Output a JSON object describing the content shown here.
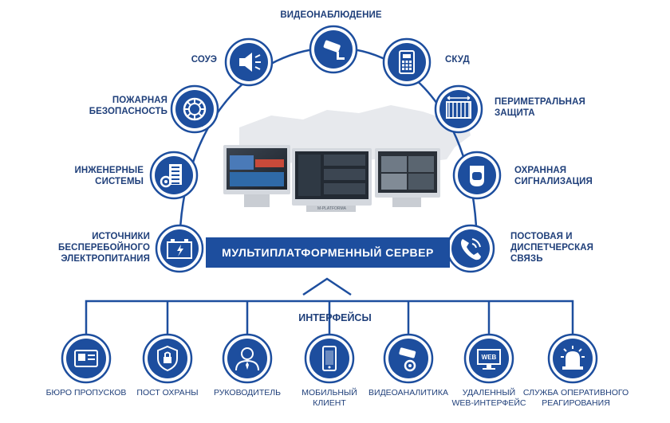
{
  "colors": {
    "primary": "#1d4e9e",
    "ring": "#1d4e9e",
    "text": "#1f3f7a",
    "map": "#e6e8ec"
  },
  "center_banner": "МУЛЬТИПЛАТФОРМЕННЫЙ СЕРВЕР",
  "interfaces_title": "ИНТЕРФЕЙСЫ",
  "monitor_brand": "M-PLATFORMA",
  "subsystems": [
    {
      "id": "video",
      "label": "ВИДЕОНАБЛЮДЕНИЕ",
      "icon": "cctv-camera-icon"
    },
    {
      "id": "soue",
      "label": "СОУЭ",
      "icon": "loudspeaker-icon"
    },
    {
      "id": "skud",
      "label": "СКУД",
      "icon": "access-keypad-icon"
    },
    {
      "id": "fire",
      "label": "ПОЖАРНАЯ\nБЕЗОПАСНОСТЬ",
      "icon": "fire-detector-icon"
    },
    {
      "id": "perimeter",
      "label": "ПЕРИМЕТРАЛЬНАЯ\nЗАЩИТА",
      "icon": "fence-icon"
    },
    {
      "id": "engineering",
      "label": "ИНЖЕНЕРНЫЕ\nСИСТЕМЫ",
      "icon": "building-gear-icon"
    },
    {
      "id": "alarm",
      "label": "ОХРАННАЯ\nСИГНАЛИЗАЦИЯ",
      "icon": "motion-sensor-icon"
    },
    {
      "id": "power",
      "label": "ИСТОЧНИКИ\nБЕСПЕРЕБОЙНОГО\nЭЛЕКТРОПИТАНИЯ",
      "icon": "battery-icon"
    },
    {
      "id": "comms",
      "label": "ПОСТОВАЯ И\nДИСПЕТЧЕРСКАЯ\nСВЯЗЬ",
      "icon": "phone-icon"
    }
  ],
  "interfaces": [
    {
      "id": "badge",
      "label": "БЮРО ПРОПУСКОВ",
      "icon": "id-card-icon"
    },
    {
      "id": "guard",
      "label": "ПОСТ ОХРАНЫ",
      "icon": "shield-lock-icon"
    },
    {
      "id": "manager",
      "label": "РУКОВОДИТЕЛЬ",
      "icon": "manager-icon"
    },
    {
      "id": "mobile",
      "label": "МОБИЛЬНЫЙ\nКЛИЕНТ",
      "icon": "smartphone-icon"
    },
    {
      "id": "analytics",
      "label": "ВИДЕОАНАЛИТИКА",
      "icon": "camera-gear-icon"
    },
    {
      "id": "web",
      "label": "УДАЛЕННЫЙ\nWEB-ИНТЕРФЕЙС",
      "icon": "web-monitor-icon",
      "icon_text": "WEB"
    },
    {
      "id": "response",
      "label": "СЛУЖБА ОПЕРАТИВНОГО\nРЕАГИРОВАНИЯ",
      "icon": "siren-icon"
    }
  ]
}
